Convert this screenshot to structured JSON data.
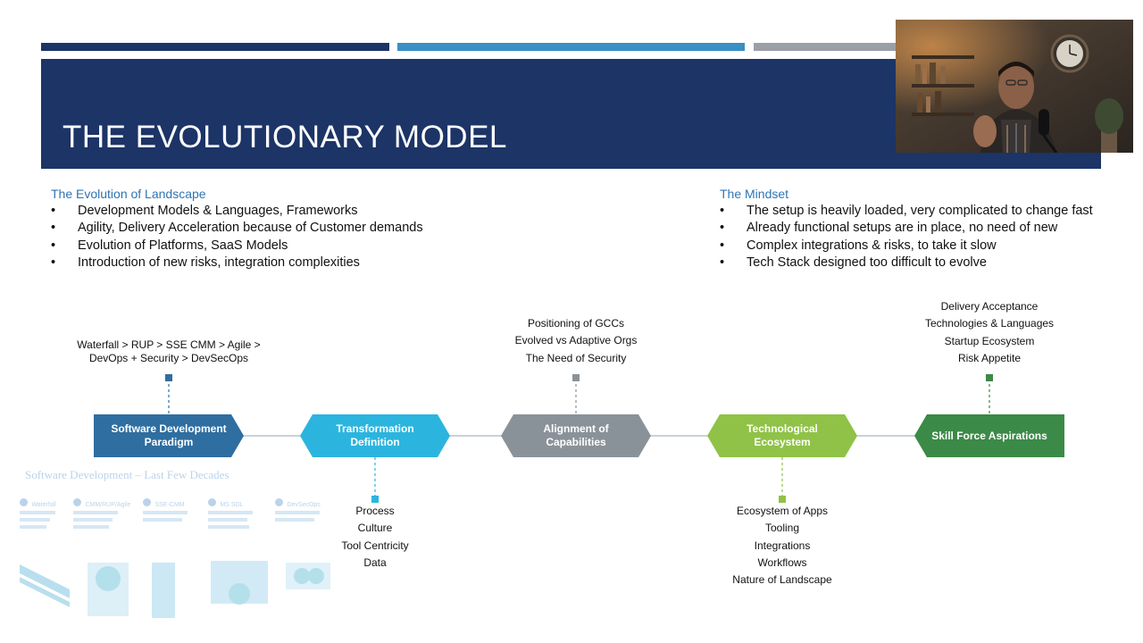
{
  "slide": {
    "title": "THE EVOLUTIONARY MODEL"
  },
  "left": {
    "heading": "The Evolution of Landscape",
    "bullets": [
      "Development Models & Languages, Frameworks",
      "Agility, Delivery Acceleration because of Customer demands",
      "Evolution of Platforms, SaaS Models",
      "Introduction of new risks, integration complexities"
    ]
  },
  "right": {
    "heading": "The Mindset",
    "bullets": [
      "The setup is heavily loaded, very complicated to change fast",
      "Already functional setups are in place, no need of new",
      "Complex integrations & risks, to take it slow",
      "Tech Stack designed too difficult to evolve"
    ]
  },
  "bullet_glyph": "•",
  "stages": [
    {
      "label_lines": [
        "Software Development",
        "Paradigm"
      ],
      "color": "#2f6ea0"
    },
    {
      "label_lines": [
        "Transformation",
        "Definition"
      ],
      "color": "#2bb5de"
    },
    {
      "label_lines": [
        "Alignment of",
        "Capabilities"
      ],
      "color": "#8a9299"
    },
    {
      "label_lines": [
        "Technological",
        "Ecosystem"
      ],
      "color": "#8fc246"
    },
    {
      "label_lines": [
        "Skill Force Aspirations"
      ],
      "color": "#3b8a47"
    }
  ],
  "notes": {
    "stage1_top": [
      "Waterfall > RUP > SSE CMM > Agile >",
      "DevOps + Security > DevSecOps"
    ],
    "stage2_bottom": [
      "Process",
      "Culture",
      "Tool Centricity",
      "Data"
    ],
    "stage3_top": [
      "Positioning of GCCs",
      "Evolved vs Adaptive Orgs",
      "The Need of Security"
    ],
    "stage4_bottom": [
      "Ecosystem of Apps",
      "Tooling",
      "Integrations",
      "Workflows",
      "Nature of Landscape"
    ],
    "stage5_top": [
      "Delivery Acceptance",
      "Technologies & Languages",
      "Startup Ecosystem",
      "Risk Appetite"
    ]
  },
  "faded_inset": {
    "title": "Software Development – Last Few Decades",
    "columns": [
      "Waterfall",
      "CMM/RUP/Agile",
      "SSE-CMM",
      "MS SDL",
      "DevSecOps"
    ]
  },
  "colors": {
    "title_band": "#1c3466",
    "topbar_dark": "#1c3466",
    "topbar_blue": "#3a8fc4",
    "topbar_gray": "#9aa0a6",
    "heading_blue": "#2e74b5"
  },
  "webcam": {
    "description_icon": "presenter-video-icon"
  }
}
